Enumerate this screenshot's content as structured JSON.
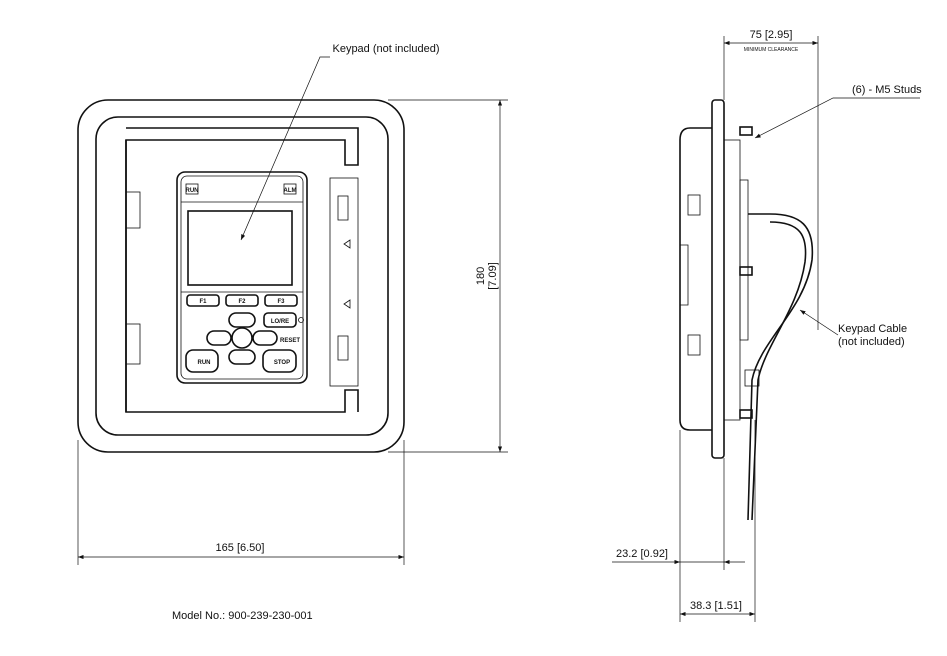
{
  "labels": {
    "keypad": "Keypad (not included)",
    "studs": "(6) - M5 Studs",
    "cable_line1": "Keypad Cable",
    "cable_line2": "(not included)",
    "model": "Model No.: 900-239-230-001"
  },
  "dimensions": {
    "height": "180",
    "height_in": "[7.09]",
    "width": "165 [6.50]",
    "clearance": "75 [2.95]",
    "clearance_note": "MINIMUM CLEARANCE",
    "depth_front": "23.2 [0.92]",
    "depth_total": "38.3 [1.51]"
  },
  "keypad_keys": {
    "run_led": "RUN",
    "alm_led": "ALM",
    "f1": "F1",
    "f2": "F2",
    "f3": "F3",
    "lore": "LO/RE",
    "reset": "RESET",
    "run": "RUN",
    "stop": "STOP"
  }
}
